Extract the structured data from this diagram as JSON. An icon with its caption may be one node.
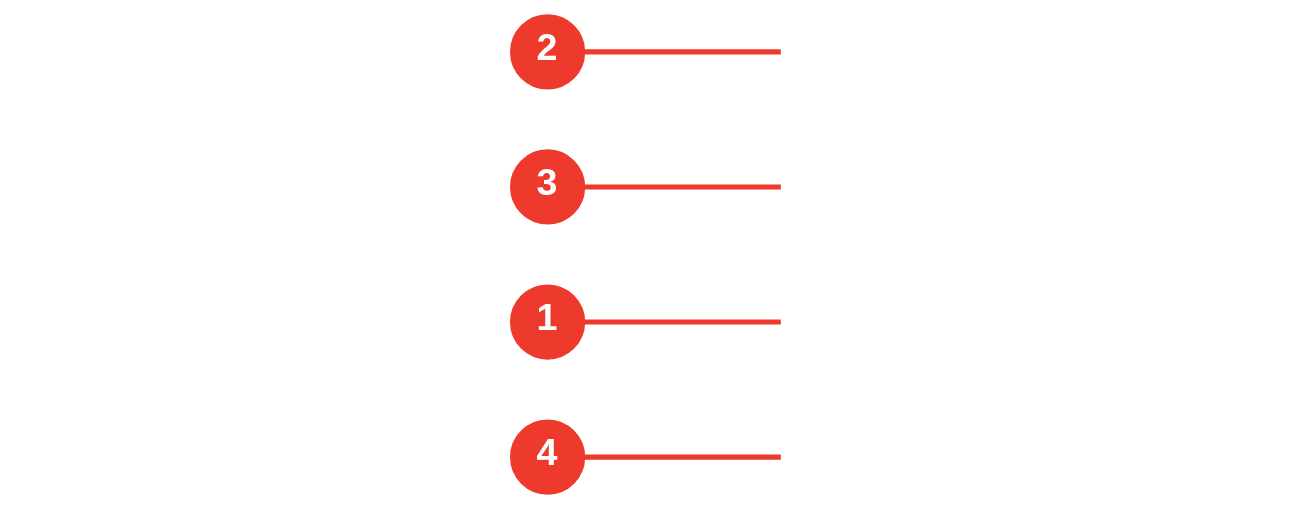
{
  "diagram": {
    "nodes": [
      {
        "text": [
          "4"
        ]
      },
      {
        "text": [
          "1"
        ]
      },
      {
        "text": [
          "3"
        ]
      },
      {
        "text": [
          "2"
        ]
      }
    ],
    "edges": [
      {
        "from": 0,
        "to": null,
        "arrow": "none"
      },
      {
        "from": 1,
        "to": null,
        "arrow": "none"
      },
      {
        "from": 2,
        "to": null,
        "arrow": "none"
      },
      {
        "from": 3,
        "to": null,
        "arrow": "none"
      }
    ]
  }
}
